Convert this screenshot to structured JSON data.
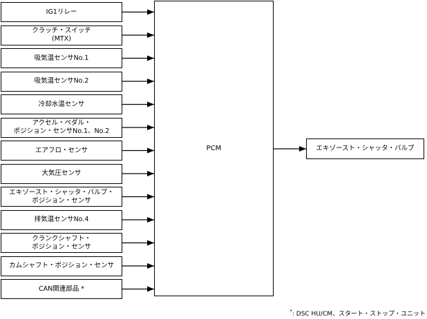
{
  "inputs": [
    {
      "label": "IG1リレー"
    },
    {
      "label": "クラッチ・スイッチ\n(MTX)"
    },
    {
      "label": "吸気温センサNo.1"
    },
    {
      "label": "吸気温センサNo.2"
    },
    {
      "label": "冷却水温センサ"
    },
    {
      "label": "アクセル・ペダル・\nポジション・センサNo.1、No.2"
    },
    {
      "label": "エアフロ・センサ"
    },
    {
      "label": "大気圧センサ"
    },
    {
      "label": "エキゾースト・シャッタ・バルブ・\nポジション・センサ"
    },
    {
      "label": "排気温センサNo.4"
    },
    {
      "label": "クランクシャフト・\nポジション・センサ"
    },
    {
      "label": "カムシャフト・ポジション・センサ"
    },
    {
      "label": "CAN関連部品 *"
    }
  ],
  "controller": {
    "label": "PCM"
  },
  "output": {
    "label": "エキゾースト・シャッタ・バルブ"
  },
  "footnote": {
    "mark": "*",
    "text": ": DSC HU/CM、スタート・ストップ・ユニット"
  }
}
